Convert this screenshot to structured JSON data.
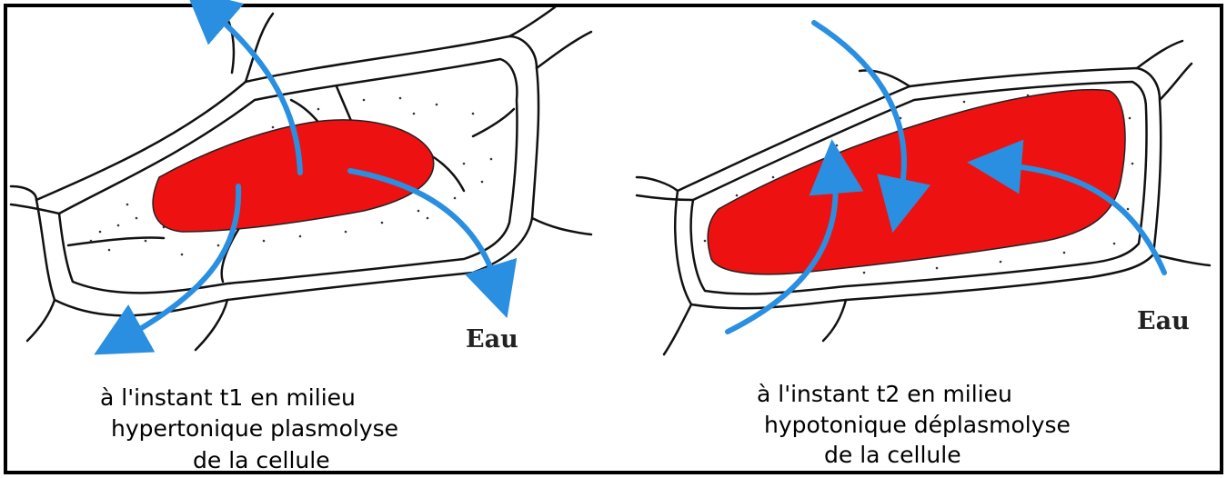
{
  "colors": {
    "cytoplasm": "#ee1111",
    "water_arrow": "#2a8fe0",
    "outline": "#111111",
    "frame": "#000000"
  },
  "left_panel": {
    "water_label": "Eau",
    "caption_lines": [
      "à l'instant t1 en milieu",
      "hypertonique plasmolyse",
      "de la cellule"
    ],
    "arrows_direction": "outward"
  },
  "right_panel": {
    "water_label": "Eau",
    "caption_lines": [
      "à l'instant t2 en milieu",
      "hypotonique déplasmolyse",
      "de la cellule"
    ],
    "arrows_direction": "inward"
  }
}
